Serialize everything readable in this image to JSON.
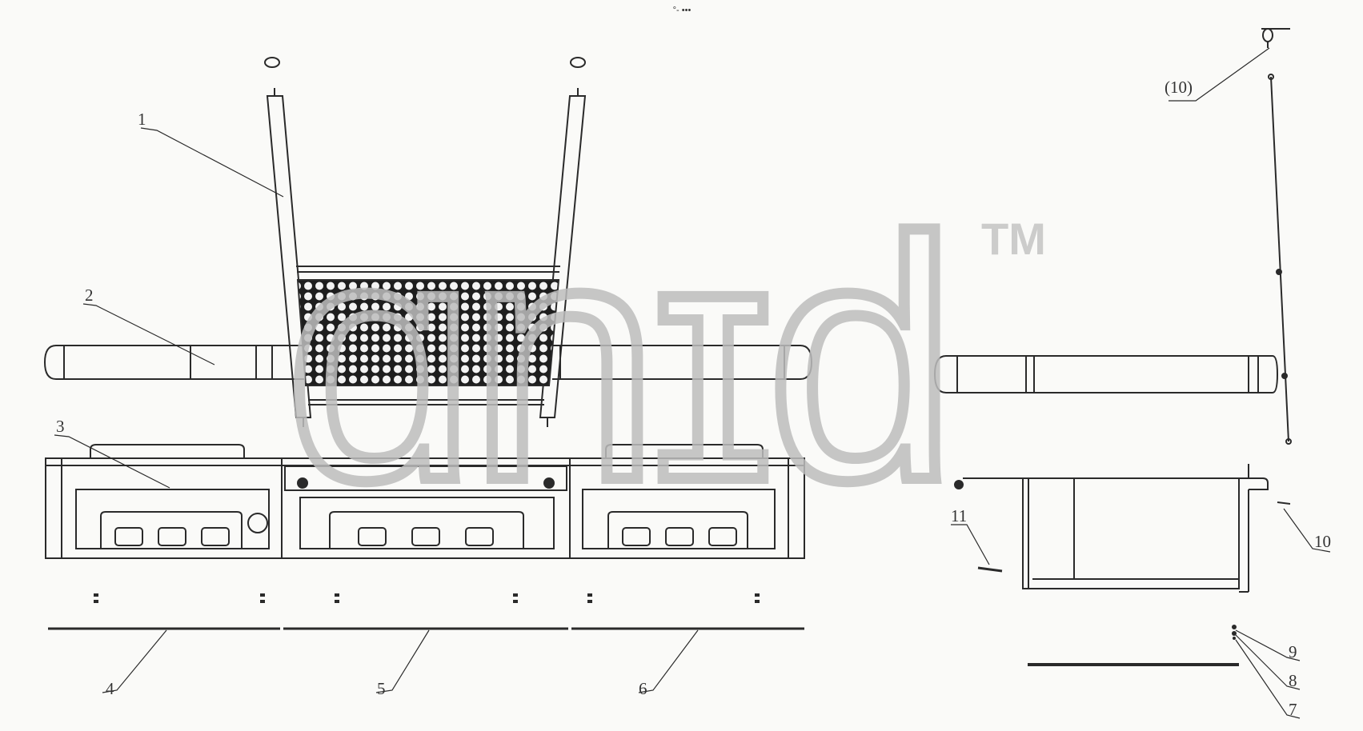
{
  "header": {
    "caption": "°- •••"
  },
  "watermark": {
    "text": "ɑnɪd",
    "trademark": "TM",
    "color": "#bdbdbd"
  },
  "callouts": {
    "c1": "1",
    "c2": "2",
    "c3": "3",
    "c4": "4",
    "c5": "5",
    "c6": "6",
    "c7": "7",
    "c8": "8",
    "c9": "9",
    "c10a": "(10)",
    "c10b": "10",
    "c11": "11"
  },
  "colors": {
    "line": "#2a2a2a",
    "paper": "#fafaf8"
  }
}
